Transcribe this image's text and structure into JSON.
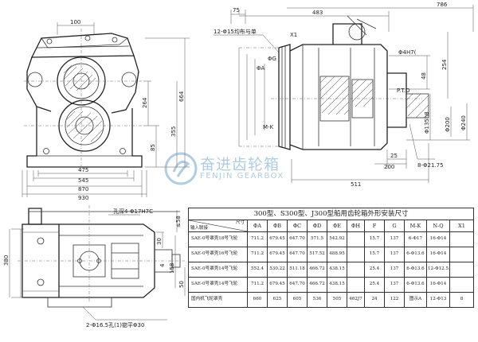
{
  "drawing": {
    "front": {
      "d100": "100",
      "d264": "264",
      "d664": "664",
      "d85": "85",
      "d355": "355",
      "d475": "475",
      "d545": "545",
      "d870": "870",
      "d930": "930"
    },
    "side": {
      "d75": "75",
      "d483": "483",
      "d786": "786",
      "hole_note": "12-Φ15均布与单",
      "x1": "X1",
      "phiG": "ΦG",
      "phiA": "ΦA",
      "d48": "48",
      "phi_dup": "Φ4H7(",
      "d254": "254",
      "pto": "P.T.O",
      "phi135": "Φ135h8",
      "phi200": "Φ200",
      "phi240": "Φ240",
      "mk": "M-K",
      "d25": "25",
      "d200": "200",
      "d511": "511",
      "bolt": "8-Φ21.75"
    },
    "plan": {
      "bore_note": "孔深4-Φ17H7C",
      "d58": "≤58",
      "d30": "30",
      "d380": "380",
      "d4": "4",
      "d158": "158",
      "d50": "50",
      "foot_note": "2-Φ16.5孔(1)锪平Φ30"
    }
  },
  "watermark": {
    "cn": "奋进齿轮箱",
    "en": "FENJIN GEARBOX"
  },
  "table": {
    "title": "300型、S300型、J300型船用齿轮箱外形安装尺寸",
    "corner_top": "尺寸",
    "corner_bottom": "输入联接",
    "headers": [
      "ΦA",
      "ΦB",
      "ΦC",
      "ΦD",
      "ΦE",
      "ΦH",
      "F",
      "G",
      "M-K",
      "N-Q",
      "X1"
    ],
    "rows": [
      {
        "label": "SAE-0号罩壳18号飞轮",
        "cells": [
          "711.2",
          "679.45",
          "647.70",
          "571.5",
          "542.92",
          "",
          "15.7",
          "137",
          "6-Φ17",
          "16-Φ14",
          ""
        ]
      },
      {
        "label": "SAE-0号罩壳16号飞轮",
        "cells": [
          "711.2",
          "679.45",
          "647.70",
          "517.52",
          "488.95",
          "",
          "15.7",
          "137",
          "6-Φ13.6",
          "16-Φ14",
          ""
        ]
      },
      {
        "label": "SAE-0号罩壳14号飞轮",
        "cells": [
          "552.4",
          "530.22",
          "511.18",
          "466.72",
          "438.15",
          "",
          "25.4",
          "137",
          "6-Φ13.6",
          "12-Φ12.5",
          ""
        ]
      },
      {
        "label": "SAE-0号罩壳14号飞轮",
        "cells": [
          "711.2",
          "679.45",
          "647.70",
          "466.72",
          "438.15",
          "",
          "25.4",
          "137",
          "6-Φ13.6",
          "16-Φ14",
          ""
        ]
      },
      {
        "label": "国内机飞轮罩壳",
        "cells": [
          "660",
          "625",
          "605",
          "536",
          "505",
          "462J7",
          "24",
          "122",
          "图示A",
          "12-Φ13",
          "8"
        ]
      }
    ]
  }
}
